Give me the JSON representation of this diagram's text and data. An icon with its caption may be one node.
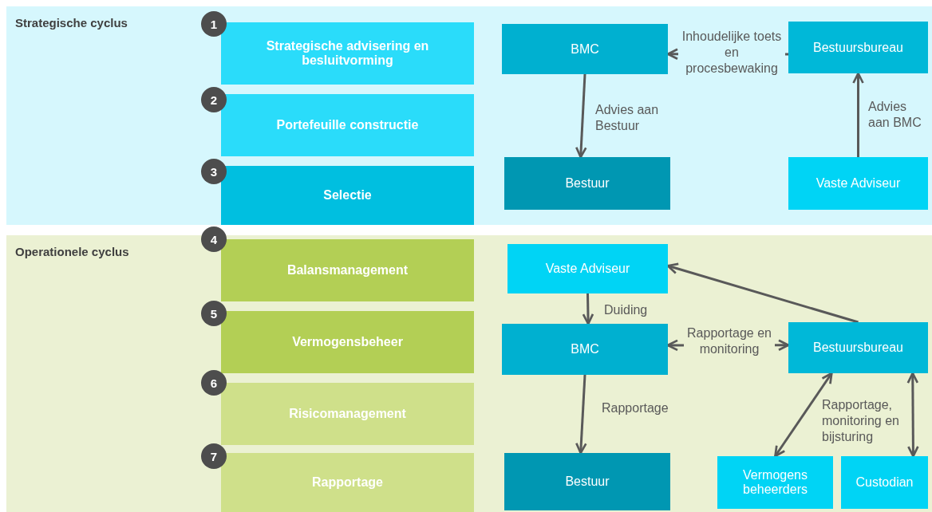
{
  "diagram": {
    "nodes": [
      {
        "text": [
          "Strategische cyclus"
        ]
      },
      {
        "text": [
          "Operationele cyclus"
        ]
      },
      {
        "text": [
          "1"
        ],
        "in": 0
      },
      {
        "text": [
          "Strategische advisering en besluitvorming"
        ],
        "in": 0
      },
      {
        "text": [
          "2"
        ],
        "in": 0
      },
      {
        "text": [
          "Portefeuille constructie"
        ],
        "in": 0
      },
      {
        "text": [
          "3"
        ],
        "in": 0
      },
      {
        "text": [
          "Selectie"
        ],
        "in": 0
      },
      {
        "text": [
          "BMC"
        ],
        "in": 0
      },
      {
        "text": [
          "Bestuursbureau"
        ],
        "in": 0
      },
      {
        "text": [
          "Bestuur"
        ],
        "in": 0
      },
      {
        "text": [
          "Vaste Adviseur"
        ],
        "in": 0
      },
      {
        "text": [
          "4"
        ],
        "in": 1
      },
      {
        "text": [
          "Balansmanagement"
        ],
        "in": 1
      },
      {
        "text": [
          "5"
        ],
        "in": 1
      },
      {
        "text": [
          "Vermogensbeheer"
        ],
        "in": 1
      },
      {
        "text": [
          "6"
        ],
        "in": 1
      },
      {
        "text": [
          "Risicomanagement"
        ],
        "in": 1
      },
      {
        "text": [
          "7"
        ],
        "in": 1
      },
      {
        "text": [
          "Rapportage"
        ],
        "in": 1
      },
      {
        "text": [
          "Vaste Adviseur"
        ],
        "in": 1
      },
      {
        "text": [
          "BMC"
        ],
        "in": 1
      },
      {
        "text": [
          "Bestuursbureau"
        ],
        "in": 1
      },
      {
        "text": [
          "Bestuur"
        ],
        "in": 1
      },
      {
        "text": [
          "Vermogens beheerders"
        ],
        "in": 1
      },
      {
        "text": [
          "Custodian"
        ],
        "in": 1
      }
    ],
    "edges": [
      {
        "from": 9,
        "to": 8,
        "arrow": "to",
        "label": "Inhoudelijke toets en procesbewaking"
      },
      {
        "from": 8,
        "to": 10,
        "arrow": "to",
        "label": "Advies aan Bestuur"
      },
      {
        "from": 11,
        "to": 9,
        "arrow": "to",
        "label": "Advies aan BMC"
      },
      {
        "from": 22,
        "to": 20,
        "arrow": "to"
      },
      {
        "from": 20,
        "to": 21,
        "arrow": "to",
        "label": "Duiding"
      },
      {
        "from": 21,
        "to": 22,
        "arrow": "both",
        "label": "Rapportage en monitoring"
      },
      {
        "from": 21,
        "to": 23,
        "arrow": "to",
        "label": "Rapportage"
      },
      {
        "from": 22,
        "to": 24,
        "arrow": "both",
        "label": "Rapportage, monitoring en bijsturing"
      },
      {
        "from": 22,
        "to": 25,
        "arrow": "both"
      }
    ]
  }
}
